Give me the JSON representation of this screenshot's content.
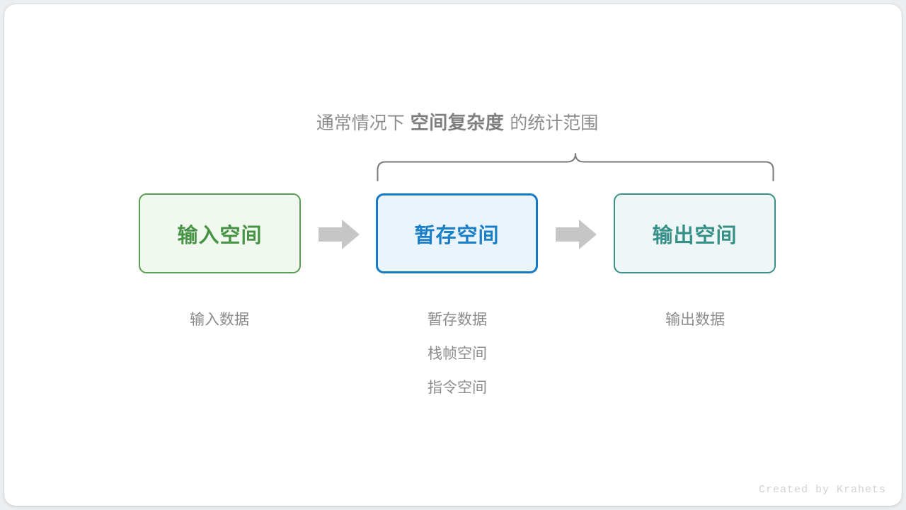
{
  "canvas": {
    "background": "#eceff1",
    "card_background": "#ffffff"
  },
  "caption": {
    "prefix": "通常情况下",
    "emphasis": "空间复杂度",
    "suffix": "的统计范围",
    "color": "#8c8c8c"
  },
  "brace": {
    "name": "curly-brace",
    "color": "#7a7a7a",
    "spans_boxes": [
      "暂存空间",
      "输出空间"
    ]
  },
  "boxes": [
    {
      "id": "input",
      "label": "输入空间",
      "border_color": "#5a9e54",
      "fill_color": "#f1f8ef",
      "text_color": "#469444"
    },
    {
      "id": "temp",
      "label": "暂存空间",
      "border_color": "#1579c3",
      "fill_color": "#eaf4fd",
      "text_color": "#1a7fc6"
    },
    {
      "id": "output",
      "label": "输出空间",
      "border_color": "#3a9187",
      "fill_color": "#eef7f5",
      "text_color": "#36908a"
    }
  ],
  "arrows": [
    {
      "id": "arrow-input-to-temp",
      "color": "#c6c6c6"
    },
    {
      "id": "arrow-temp-to-output",
      "color": "#c6c6c6"
    }
  ],
  "descriptions": {
    "input": [
      "输入数据"
    ],
    "temp": [
      "暂存数据",
      "栈帧空间",
      "指令空间"
    ],
    "output": [
      "输出数据"
    ],
    "color": "#8c8c8c"
  },
  "watermark": {
    "text": "Created by Krahets",
    "color": "#d2d2d2"
  }
}
